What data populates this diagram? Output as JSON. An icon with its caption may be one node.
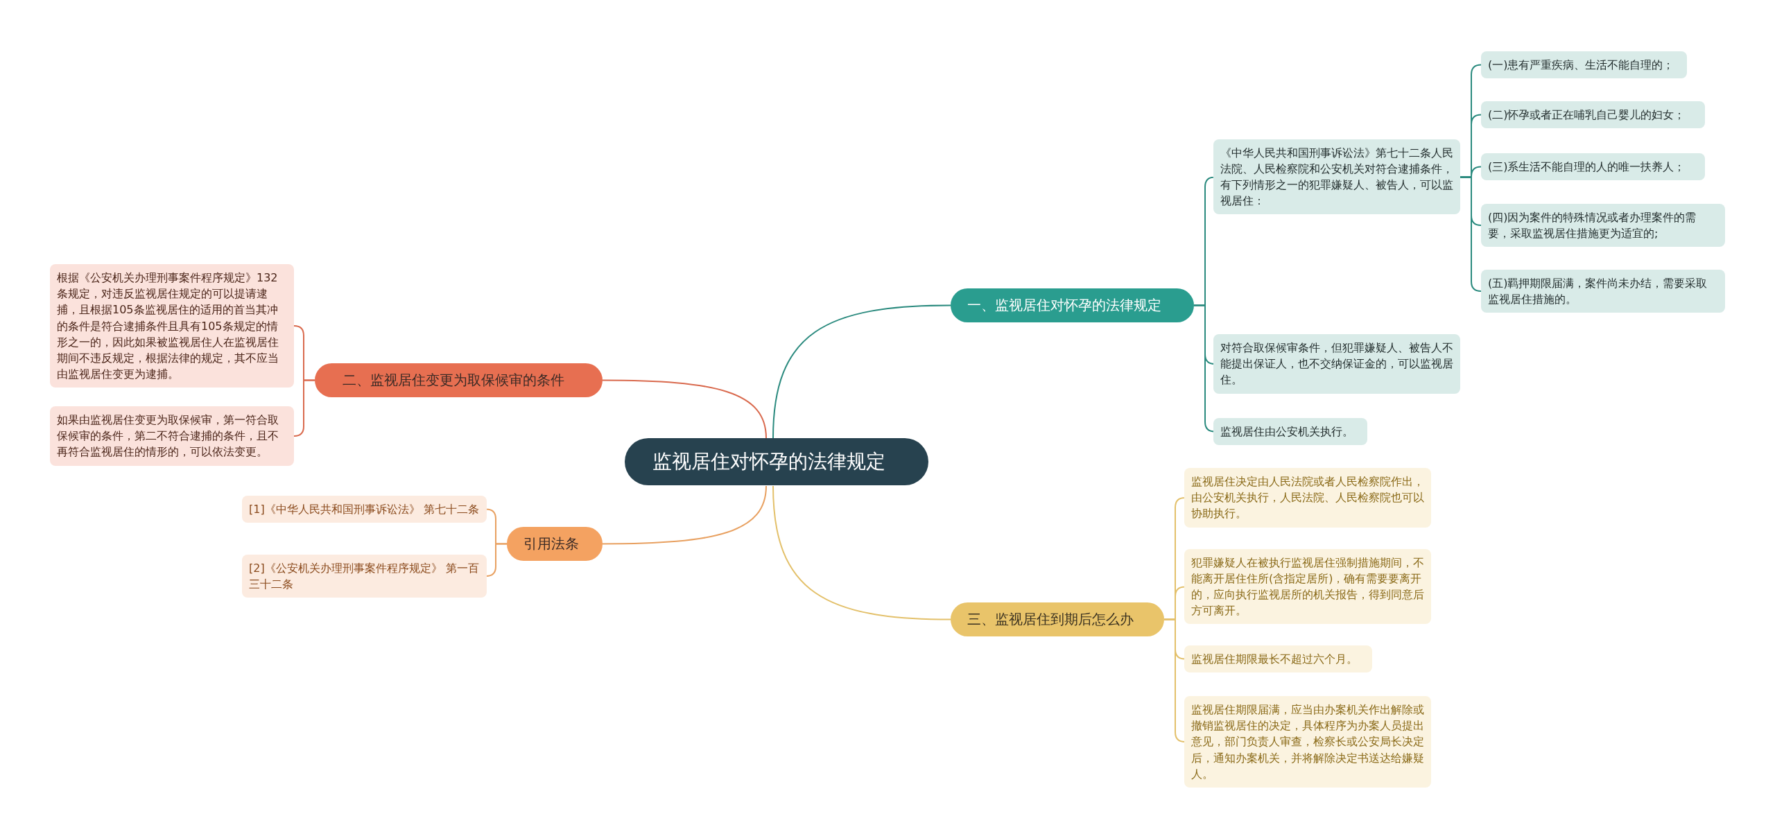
{
  "diagram": {
    "nodes": [
      {
        "text": [
          "监视居住对怀孕的法律规定"
        ]
      },
      {
        "text": [
          "一、监视居住对怀孕的法律规定"
        ]
      },
      {
        "text": [
          "《中华人民共和国刑事诉讼法》第七十二条人民法院、人民检察院和公安机关对符合逮捕条件，有下列情形之一的犯罪嫌疑人、被告人，可以监视居住："
        ]
      },
      {
        "text": [
          "(一)患有严重疾病、生活不能自理的；"
        ]
      },
      {
        "text": [
          "(二)怀孕或者正在哺乳自己婴儿的妇女；"
        ]
      },
      {
        "text": [
          "(三)系生活不能自理的人的唯一扶养人；"
        ]
      },
      {
        "text": [
          "(四)因为案件的特殊情况或者办理案件的需要，采取监视居住措施更为适宜的;"
        ]
      },
      {
        "text": [
          "(五)羁押期限届满，案件尚未办结，需要采取监视居住措施的。"
        ]
      },
      {
        "text": [
          "对符合取保候审条件，但犯罪嫌疑人、被告人不能提出保证人，也不交纳保证金的，可以监视居住。"
        ]
      },
      {
        "text": [
          "监视居住由公安机关执行。"
        ]
      },
      {
        "text": [
          "二、监视居住变更为取保候审的条件"
        ]
      },
      {
        "text": [
          "根据《公安机关办理刑事案件程序规定》132条规定，对违反监视居住规定的可以提请逮捕，且根据105条监视居住的适用的首当其冲的条件是符合逮捕条件且具有105条规定的情形之一的，因此如果被监视居住人在监视居住期间不违反规定，根据法律的规定，其不应当由监视居住变更为逮捕。"
        ]
      },
      {
        "text": [
          "如果由监视居住变更为取保候审，第一符合取保候审的条件，第二不符合逮捕的条件，且不再符合监视居住的情形的，可以依法变更。"
        ]
      },
      {
        "text": [
          "引用法条"
        ]
      },
      {
        "text": [
          "[1]《中华人民共和国刑事诉讼法》 第七十二条"
        ]
      },
      {
        "text": [
          "[2]《公安机关办理刑事案件程序规定》 第一百三十二条"
        ]
      },
      {
        "text": [
          "三、监视居住到期后怎么办"
        ]
      },
      {
        "text": [
          "监视居住决定由人民法院或者人民检察院作出，由公安机关执行，人民法院、人民检察院也可以协助执行。"
        ]
      },
      {
        "text": [
          "犯罪嫌疑人在被执行监视居住强制措施期间，不能离开居住住所(含指定居所)，确有需要要离开的，应向执行监视居所的机关报告，得到同意后方可离开。"
        ]
      },
      {
        "text": [
          "监视居住期限最长不超过六个月。"
        ]
      },
      {
        "text": [
          "监视居住期限届满，应当由办案机关作出解除或撤销监视居住的决定，具体程序为办案人员提出意见，部门负责人审查，检察长或公安局长决定后，通知办案机关，并将解除决定书送达给嫌疑人。"
        ]
      }
    ],
    "edges": [
      {
        "from": 0,
        "to": 1,
        "arrow": "none"
      },
      {
        "from": 1,
        "to": 2,
        "arrow": "none"
      },
      {
        "from": 2,
        "to": 3,
        "arrow": "none"
      },
      {
        "from": 2,
        "to": 4,
        "arrow": "none"
      },
      {
        "from": 2,
        "to": 5,
        "arrow": "none"
      },
      {
        "from": 2,
        "to": 6,
        "arrow": "none"
      },
      {
        "from": 2,
        "to": 7,
        "arrow": "none"
      },
      {
        "from": 1,
        "to": 8,
        "arrow": "none"
      },
      {
        "from": 1,
        "to": 9,
        "arrow": "none"
      },
      {
        "from": 0,
        "to": 10,
        "arrow": "none",
        "color": "#d9694d"
      },
      {
        "from": 10,
        "to": 11,
        "arrow": "none",
        "color": "#d9694d"
      },
      {
        "from": 10,
        "to": 12,
        "arrow": "none",
        "color": "#d9694d"
      },
      {
        "from": 0,
        "to": 13,
        "arrow": "none",
        "color": "#e8a060"
      },
      {
        "from": 13,
        "to": 14,
        "arrow": "none",
        "color": "#e8a060"
      },
      {
        "from": 13,
        "to": 15,
        "arrow": "none",
        "color": "#e8a060"
      },
      {
        "from": 0,
        "to": 16,
        "arrow": "none",
        "color": "#e3c06a"
      },
      {
        "from": 16,
        "to": 17,
        "arrow": "none",
        "color": "#e3c06a"
      },
      {
        "from": 16,
        "to": 18,
        "arrow": "none",
        "color": "#e3c06a"
      },
      {
        "from": 16,
        "to": 19,
        "arrow": "none",
        "color": "#e3c06a"
      },
      {
        "from": 16,
        "to": 20,
        "arrow": "none",
        "color": "#e3c06a"
      }
    ]
  }
}
